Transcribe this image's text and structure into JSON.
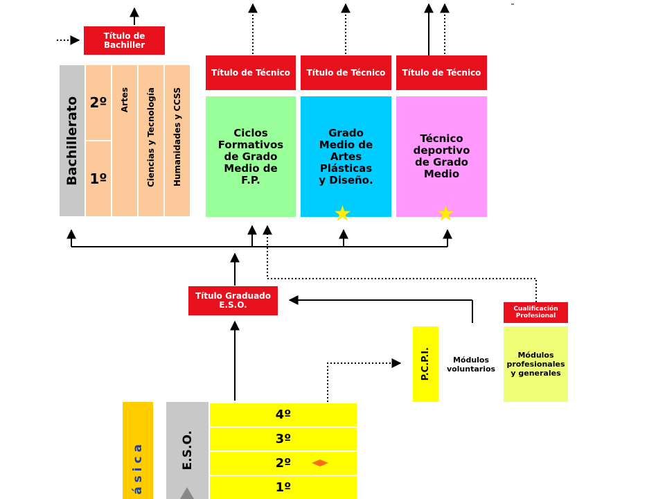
{
  "bachillerato": {
    "title": "Bachillerato",
    "courses": [
      "2º",
      "1º"
    ],
    "modalities": [
      "Artes",
      "Ciencias y Tecnología",
      "Humanidades y CCSS"
    ],
    "degree": "Título de Bachiller"
  },
  "ciclos": [
    {
      "degree": "Título de Técnico",
      "name": "Ciclos Formativos de Grado Medio de F.P.",
      "color": "#99ff99"
    },
    {
      "degree": "Título de Técnico",
      "name": "Grado Medio de Artes Plásticas y Diseño.",
      "color": "#00ccff"
    },
    {
      "degree": "Título de Técnico",
      "name": "Técnico deportivo de Grado Medio",
      "color": "#ff99ff"
    }
  ],
  "eso": {
    "title": "E.S.O.",
    "courses": [
      "4º",
      "3º",
      "2º",
      "1º"
    ],
    "degree": "Título Graduado E.S.O."
  },
  "basica": {
    "text": "á s i c a"
  },
  "pcpi": {
    "title": "P.C.P.I.",
    "voluntary": "Módulos voluntarios",
    "professional": "Módulos profesionales y generales",
    "qualification": "Cualificación Profesional"
  },
  "colors": {
    "red": "#e8101c",
    "orange": "#fbc99a",
    "grey": "#c8c8c8",
    "yellow": "#ffff00",
    "gold": "#ffcc00",
    "lime": "#eeff77"
  },
  "icons": [
    "star-icon",
    "diamond-icon",
    "triangle-icon",
    "arrow-icon"
  ]
}
